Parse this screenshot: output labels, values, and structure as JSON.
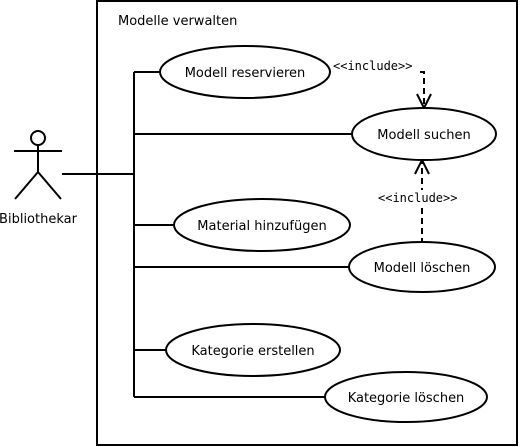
{
  "system": {
    "title": "Modelle verwalten"
  },
  "actor": {
    "name": "Bibliothekar"
  },
  "use_cases": {
    "reserve": "Modell reservieren",
    "search": "Modell suchen",
    "add_material": "Material hinzufügen",
    "delete_model": "Modell löschen",
    "create_category": "Kategorie erstellen",
    "delete_category": "Kategorie löschen"
  },
  "relations": {
    "include_top": "<<include>>",
    "include_bottom": "<<include>>"
  }
}
